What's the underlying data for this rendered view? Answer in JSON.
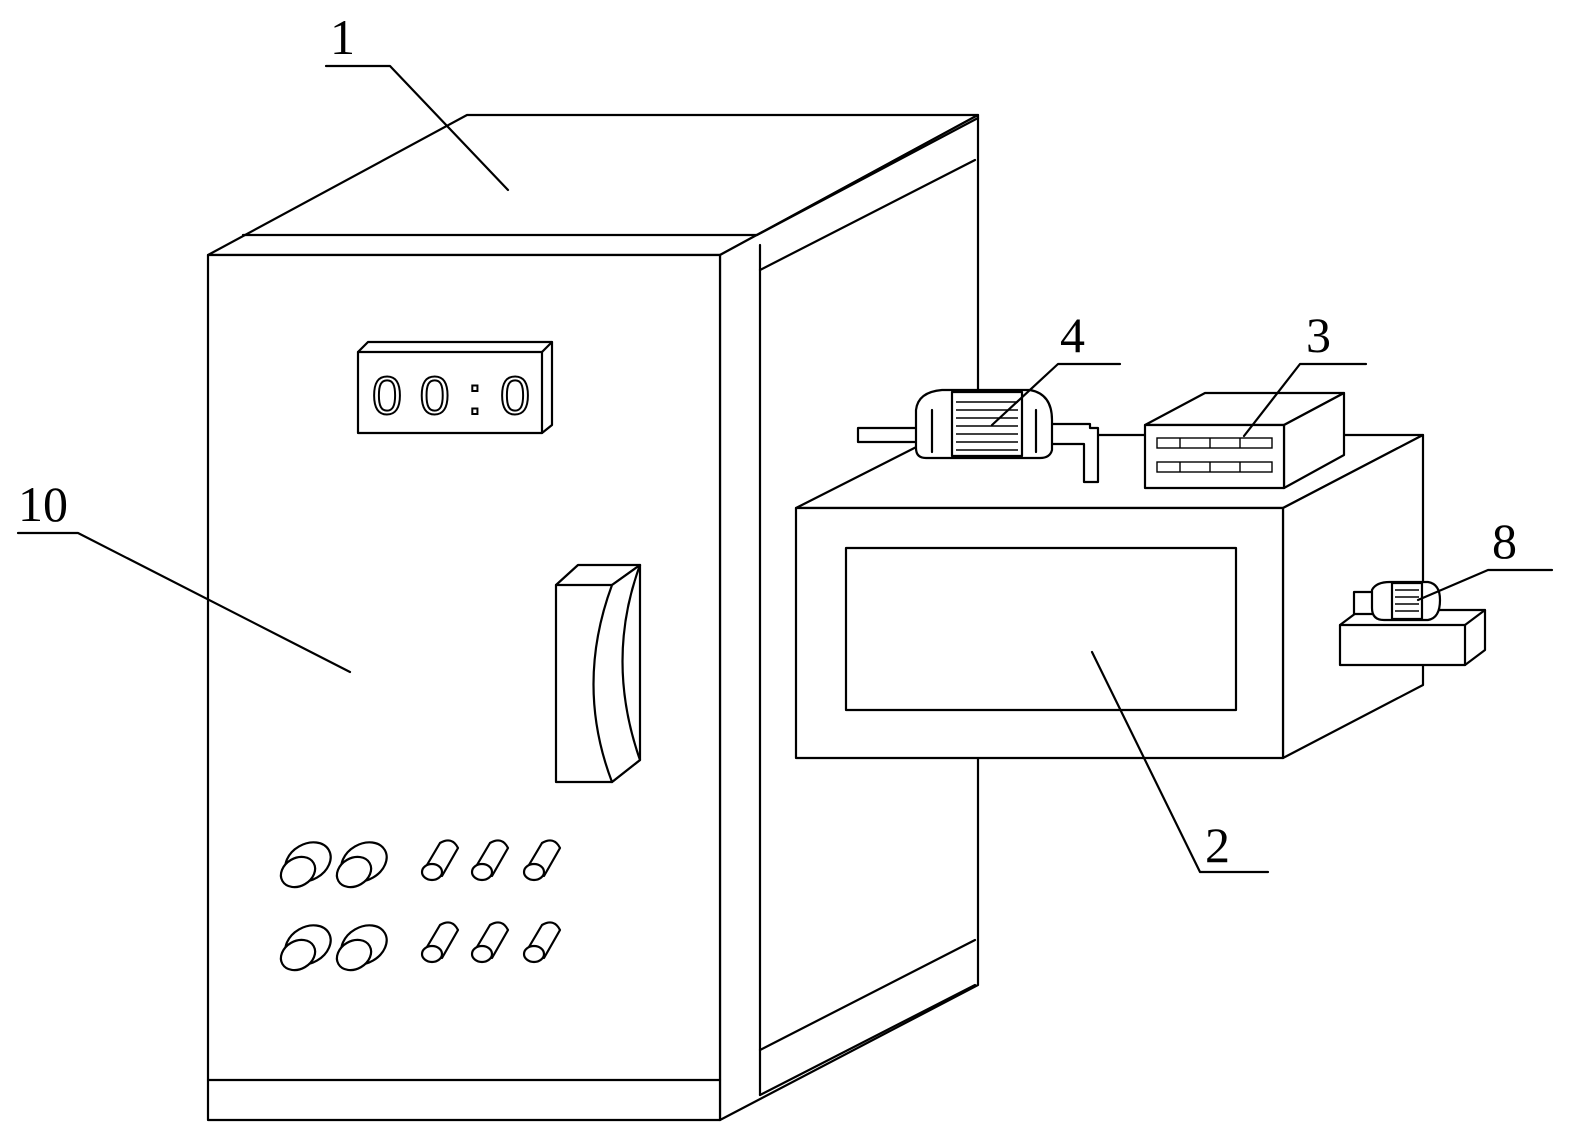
{
  "labels": [
    {
      "id": "1",
      "text": "1"
    },
    {
      "id": "2",
      "text": "2"
    },
    {
      "id": "3",
      "text": "3"
    },
    {
      "id": "4",
      "text": "4"
    },
    {
      "id": "8",
      "text": "8"
    },
    {
      "id": "10",
      "text": "10"
    }
  ],
  "display": {
    "text": "00:0"
  }
}
